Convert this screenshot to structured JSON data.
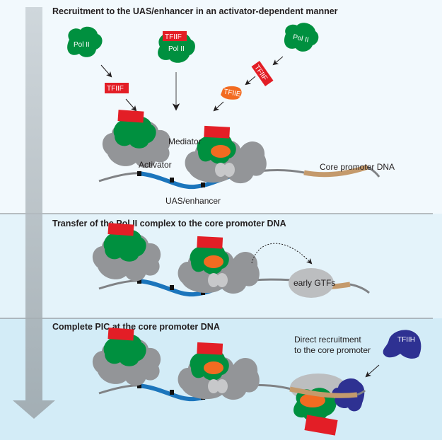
{
  "panels": [
    {
      "title": "Recruitment to the UAS/enhancer in an activator-dependent manner"
    },
    {
      "title": "Transfer of the Pol II complex to the core promoter DNA"
    },
    {
      "title": "Complete PIC at the core promoter DNA"
    }
  ],
  "labels": {
    "pol2": "Pol II",
    "tfiif": "TFIIF",
    "tfiie": "TFIIE",
    "tfiih": "TFIIH",
    "mediator": "Mediator",
    "activator": "Activator",
    "core_promoter_dna": "Core promoter DNA",
    "uas_enhancer": "UAS/enhancer",
    "early_gtfs": "early GTFs",
    "direct_recruitment_line1": "Direct recruitment",
    "direct_recruitment_line2": "to the core promoter"
  },
  "colors": {
    "pol2": "#00903f",
    "tfiif": "#e31e26",
    "tfiie": "#f26b21",
    "tfiih": "#2e3192",
    "mediator": "#939598",
    "dna": "#808285",
    "uas": "#1b75bc",
    "core_promoter": "#c49a6c",
    "panel1_bg": "#f2f9fd",
    "panel2_bg": "#e4f3fa",
    "panel3_bg": "#d3ecf7"
  }
}
